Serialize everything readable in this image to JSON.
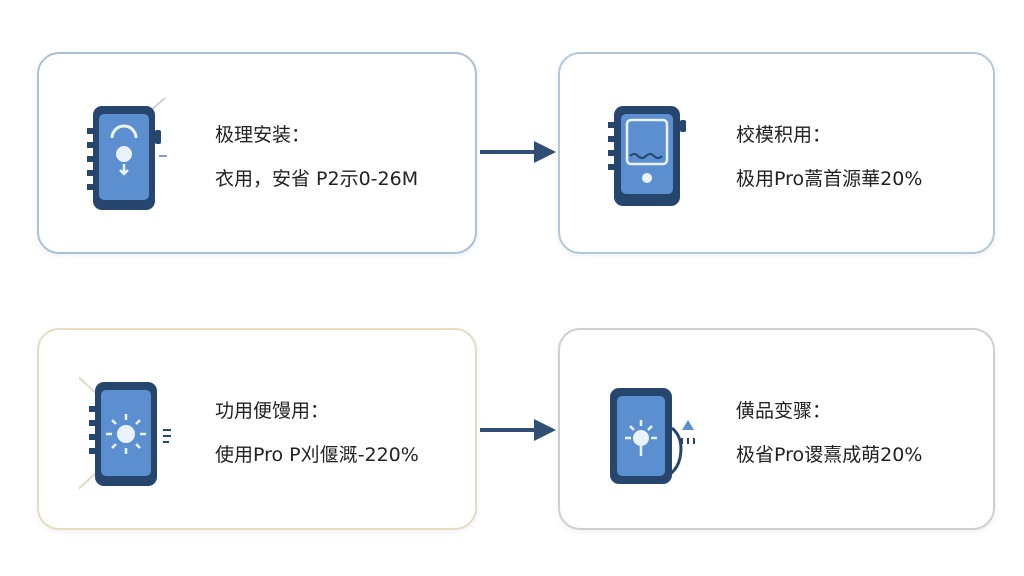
{
  "cards": [
    {
      "title": "极理安装：",
      "desc": "衣用，安省 P2示0-26M",
      "icon": "device-gear-icon",
      "border_color": "#a9c0d6"
    },
    {
      "title": "校模积用：",
      "desc": "极用Pro蒿首源華20%",
      "icon": "device-screen-icon",
      "border_color": "#b3c7da"
    },
    {
      "title": "功用便馒用：",
      "desc": "使用Pro P刈偃溉-220%",
      "icon": "device-bulb-icon",
      "border_color": "#e6dcc0"
    },
    {
      "title": "僙品变骤：",
      "desc": "极省Pro谡熹成萌20%",
      "icon": "device-plug-icon",
      "border_color": "#cfcfcf"
    }
  ],
  "colors": {
    "device_body": "#27466e",
    "device_screen": "#5b8fd0",
    "arrow": "#2f4f74"
  }
}
